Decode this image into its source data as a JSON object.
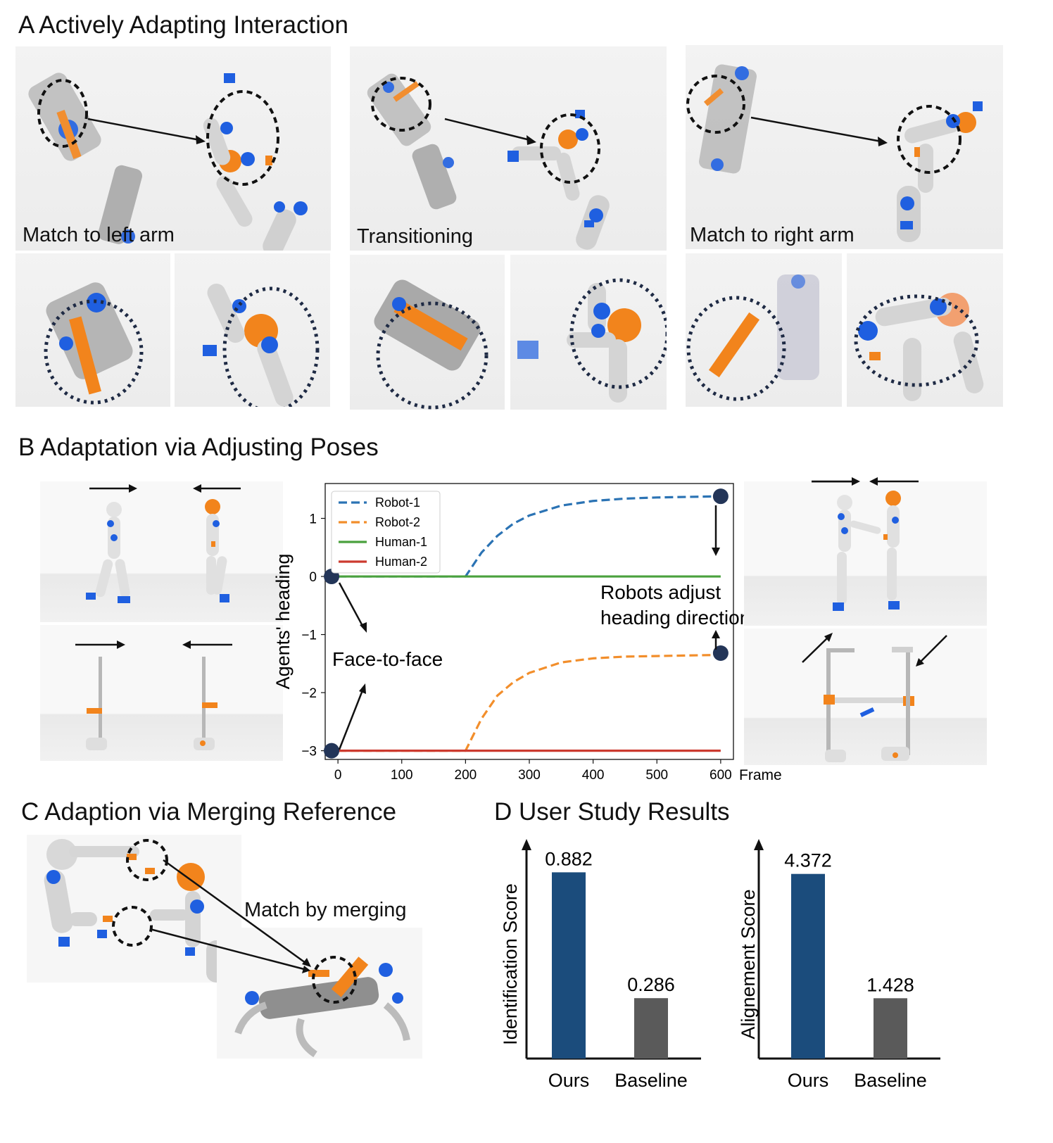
{
  "figure": {
    "sections": {
      "A": {
        "title": "A Actively Adapting Interaction"
      },
      "B": {
        "title": "B Adaptation via Adjusting Poses"
      },
      "C": {
        "title": "C Adaption via Merging Reference"
      },
      "D": {
        "title": "D User Study Results"
      }
    },
    "panelA": {
      "captions": [
        "Match to left arm",
        "Transitioning",
        "Match to right arm"
      ]
    },
    "panelB": {
      "annotations": {
        "face_to_face": "Face-to-face",
        "robots_adjust_line1": "Robots adjust",
        "robots_adjust_line2": "heading direction"
      }
    },
    "panelC": {
      "annotation": "Match by merging"
    }
  },
  "colors": {
    "robot_orange": "#f2841c",
    "robot_blue": "#1f5fe0",
    "body_gray": "#c9c9c9",
    "bar_ours": "#1b4c7c",
    "bar_baseline": "#5a5a5a",
    "marker": "#233558"
  },
  "icons": [
    "humanoid-robot-icon",
    "quadruped-robot-icon",
    "mobile-manipulator-icon",
    "arrow-icon",
    "dashed-circle-highlight"
  ],
  "chart_data": [
    {
      "type": "line",
      "ylabel": "Agents' heading",
      "xlabel": "Frame",
      "xlim": [
        -20,
        620
      ],
      "ylim": [
        -3.15,
        1.6
      ],
      "xticks": [
        0,
        100,
        200,
        300,
        400,
        500,
        600
      ],
      "yticks": [
        1,
        0,
        -1,
        -2,
        -3
      ],
      "ytick_labels": [
        "1",
        "0",
        "−1",
        "−2",
        "−3"
      ],
      "legend_position": "upper-left",
      "grid": false,
      "series": [
        {
          "name": "Robot-1",
          "style": "dashed",
          "color": "#2b73b4",
          "x": [
            0,
            200,
            225,
            250,
            275,
            300,
            350,
            400,
            450,
            500,
            550,
            600
          ],
          "y": [
            0,
            0,
            0.41,
            0.7,
            0.91,
            1.05,
            1.22,
            1.3,
            1.34,
            1.36,
            1.37,
            1.38
          ]
        },
        {
          "name": "Robot-2",
          "style": "dashed",
          "color": "#f28e2b",
          "x": [
            0,
            200,
            225,
            250,
            275,
            300,
            350,
            400,
            450,
            500,
            550,
            600
          ],
          "y": [
            -3,
            -3,
            -2.45,
            -2.05,
            -1.82,
            -1.66,
            -1.48,
            -1.41,
            -1.38,
            -1.37,
            -1.36,
            -1.35
          ]
        },
        {
          "name": "Human-1",
          "style": "solid",
          "color": "#4aa13d",
          "x": [
            0,
            600
          ],
          "y": [
            0,
            0
          ]
        },
        {
          "name": "Human-2",
          "style": "solid",
          "color": "#cc3a2f",
          "x": [
            0,
            600
          ],
          "y": [
            -3,
            -3
          ]
        }
      ],
      "markers": [
        {
          "x": -10,
          "y": 0
        },
        {
          "x": -10,
          "y": -3
        },
        {
          "x": 600,
          "y": 1.38
        },
        {
          "x": 600,
          "y": -1.32
        }
      ]
    },
    {
      "type": "bar",
      "ylabel": "Identification Score",
      "categories": [
        "Ours",
        "Baseline"
      ],
      "values": [
        0.882,
        0.286
      ],
      "value_labels": [
        "0.882",
        "0.286"
      ],
      "ylim": [
        0,
        1.0
      ],
      "colors": [
        "#1b4c7c",
        "#5a5a5a"
      ]
    },
    {
      "type": "bar",
      "ylabel": "Alignement Score",
      "categories": [
        "Ours",
        "Baseline"
      ],
      "values": [
        4.372,
        1.428
      ],
      "value_labels": [
        "4.372",
        "1.428"
      ],
      "ylim": [
        0,
        5.0
      ],
      "colors": [
        "#1b4c7c",
        "#5a5a5a"
      ]
    }
  ]
}
